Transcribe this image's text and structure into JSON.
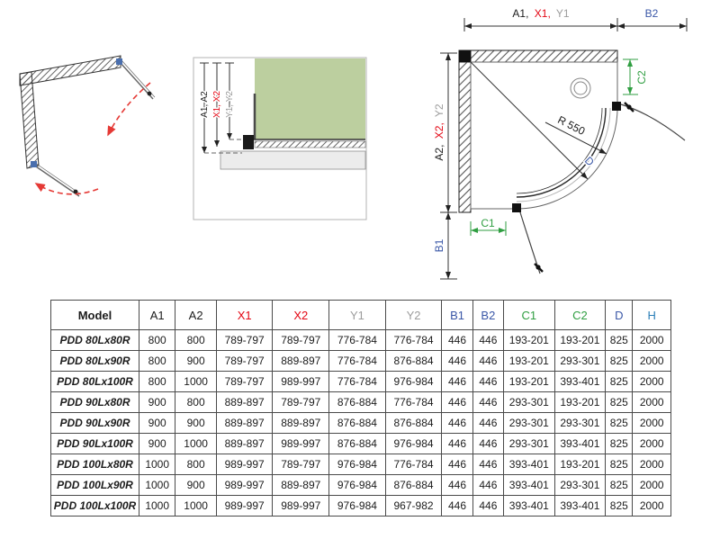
{
  "colors": {
    "black": "#1c1c1c",
    "red": "#e30613",
    "gray": "#9c9c9c",
    "blue": "#3a57a7",
    "green": "#2f9e41",
    "teal": "#2c7fb8",
    "wall_green": "#bccf9f",
    "arrow_red": "#e53935"
  },
  "plan": {
    "dim_top": [
      "A1,",
      "X1,",
      "Y1"
    ],
    "b2": "B2",
    "dim_left": [
      "A2,",
      "X2,",
      "Y2"
    ],
    "b1": "B1",
    "c1": "C1",
    "c2": "C2",
    "d": "D",
    "radius": "R 550"
  },
  "section": {
    "a": "A1, A2",
    "x": "X1, X2",
    "y": "Y1, Y2"
  },
  "table": {
    "columns": [
      {
        "label": "Model",
        "color": "#1c1c1c"
      },
      {
        "label": "A1",
        "color": "#1c1c1c"
      },
      {
        "label": "A2",
        "color": "#1c1c1c"
      },
      {
        "label": "X1",
        "color": "#e30613"
      },
      {
        "label": "X2",
        "color": "#e30613"
      },
      {
        "label": "Y1",
        "color": "#9c9c9c"
      },
      {
        "label": "Y2",
        "color": "#9c9c9c"
      },
      {
        "label": "B1",
        "color": "#3a57a7"
      },
      {
        "label": "B2",
        "color": "#3a57a7"
      },
      {
        "label": "C1",
        "color": "#2f9e41"
      },
      {
        "label": "C2",
        "color": "#2f9e41"
      },
      {
        "label": "D",
        "color": "#3a57a7"
      },
      {
        "label": "H",
        "color": "#2c7fb8"
      }
    ],
    "rows": [
      [
        "PDD 80Lx80R",
        "800",
        "800",
        "789-797",
        "789-797",
        "776-784",
        "776-784",
        "446",
        "446",
        "193-201",
        "193-201",
        "825",
        "2000"
      ],
      [
        "PDD 80Lx90R",
        "800",
        "900",
        "789-797",
        "889-897",
        "776-784",
        "876-884",
        "446",
        "446",
        "193-201",
        "293-301",
        "825",
        "2000"
      ],
      [
        "PDD 80Lx100R",
        "800",
        "1000",
        "789-797",
        "989-997",
        "776-784",
        "976-984",
        "446",
        "446",
        "193-201",
        "393-401",
        "825",
        "2000"
      ],
      [
        "PDD 90Lx80R",
        "900",
        "800",
        "889-897",
        "789-797",
        "876-884",
        "776-784",
        "446",
        "446",
        "293-301",
        "193-201",
        "825",
        "2000"
      ],
      [
        "PDD 90Lx90R",
        "900",
        "900",
        "889-897",
        "889-897",
        "876-884",
        "876-884",
        "446",
        "446",
        "293-301",
        "293-301",
        "825",
        "2000"
      ],
      [
        "PDD 90Lx100R",
        "900",
        "1000",
        "889-897",
        "989-997",
        "876-884",
        "976-984",
        "446",
        "446",
        "293-301",
        "393-401",
        "825",
        "2000"
      ],
      [
        "PDD 100Lx80R",
        "1000",
        "800",
        "989-997",
        "789-797",
        "976-984",
        "776-784",
        "446",
        "446",
        "393-401",
        "193-201",
        "825",
        "2000"
      ],
      [
        "PDD 100Lx90R",
        "1000",
        "900",
        "989-997",
        "889-897",
        "976-984",
        "876-884",
        "446",
        "446",
        "393-401",
        "293-301",
        "825",
        "2000"
      ],
      [
        "PDD 100Lx100R",
        "1000",
        "1000",
        "989-997",
        "989-997",
        "976-984",
        "967-982",
        "446",
        "446",
        "393-401",
        "393-401",
        "825",
        "2000"
      ]
    ]
  }
}
